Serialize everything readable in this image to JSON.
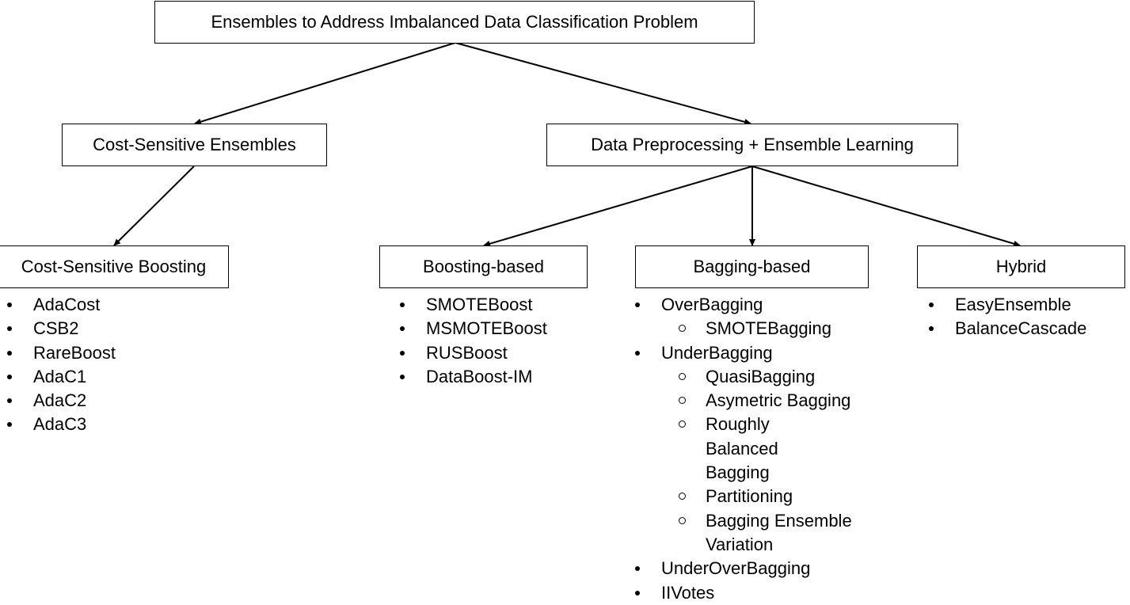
{
  "root": {
    "label": "Ensembles to Address Imbalanced Data Classification Problem"
  },
  "level1": {
    "cost_sensitive": "Cost-Sensitive Ensembles",
    "data_preprocessing": "Data Preprocessing + Ensemble Learning"
  },
  "level2": {
    "cost_sensitive_boosting": {
      "label": "Cost-Sensitive Boosting",
      "items": [
        "AdaCost",
        "CSB2",
        "RareBoost",
        "AdaC1",
        "AdaC2",
        "AdaC3"
      ]
    },
    "boosting_based": {
      "label": "Boosting-based",
      "items": [
        "SMOTEBoost",
        "MSMOTEBoost",
        "RUSBoost",
        "DataBoost-IM"
      ]
    },
    "bagging_based": {
      "label": "Bagging-based",
      "items": [
        {
          "label": "OverBagging",
          "sub": [
            "SMOTEBagging"
          ]
        },
        {
          "label": "UnderBagging",
          "sub": [
            "QuasiBagging",
            "Asymetric Bagging",
            "Roughly Balanced Bagging",
            "Partitioning",
            "Bagging Ensemble Variation"
          ]
        },
        {
          "label": "UnderOverBagging",
          "sub": []
        },
        {
          "label": "IIVotes",
          "sub": []
        }
      ]
    },
    "hybrid": {
      "label": "Hybrid",
      "items": [
        "EasyEnsemble",
        "BalanceCascade"
      ]
    }
  }
}
